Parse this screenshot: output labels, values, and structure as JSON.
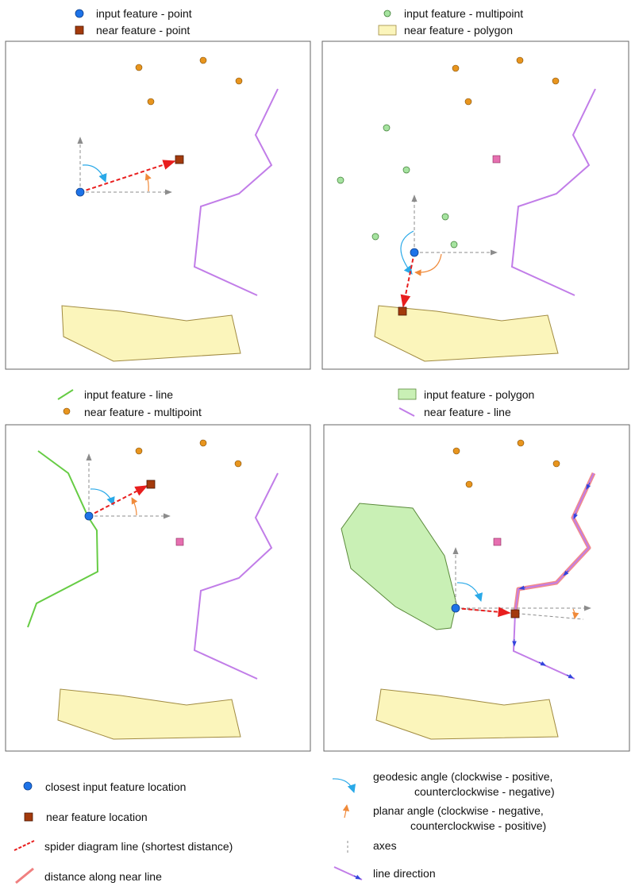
{
  "panels": [
    {
      "id": "point",
      "legend": [
        "input feature - point",
        "near feature - point"
      ]
    },
    {
      "id": "multipoint",
      "legend": [
        "input feature - multipoint",
        "near feature - polygon"
      ]
    },
    {
      "id": "line",
      "legend": [
        "input feature - line",
        "near feature - multipoint"
      ]
    },
    {
      "id": "polygon",
      "legend": [
        "input feature - polygon",
        "near feature - line"
      ]
    }
  ],
  "key": {
    "closest_input": "closest input feature location",
    "near_location": "near feature location",
    "spider_line": "spider diagram line (shortest distance)",
    "distance_along": "distance along near line",
    "geodesic_l1": "geodesic angle (clockwise - positive,",
    "geodesic_l2": "counterclockwise - negative)",
    "planar_l1": "planar angle (clockwise - negative,",
    "planar_l2": "counterclockwise - positive)",
    "axes": "axes",
    "line_direction": "line direction"
  },
  "colors": {
    "input_point": "#1e73e8",
    "near_point": "#a33a0c",
    "orange_point": "#e8951e",
    "green_point": "#a6e3a0",
    "pink_square": "#e66fb0",
    "polygon_fill": "#fbf5bb",
    "polygon_input_fill": "#c9f0b5",
    "purple_line": "#c17de8",
    "green_line": "#66cc44",
    "spider": "#e81e1e",
    "geodesic": "#2aa9e8",
    "planar": "#f08a3a",
    "axes": "#8c8c8c",
    "distance_along": "#f08080",
    "direction_arrow": "#3344dd"
  }
}
